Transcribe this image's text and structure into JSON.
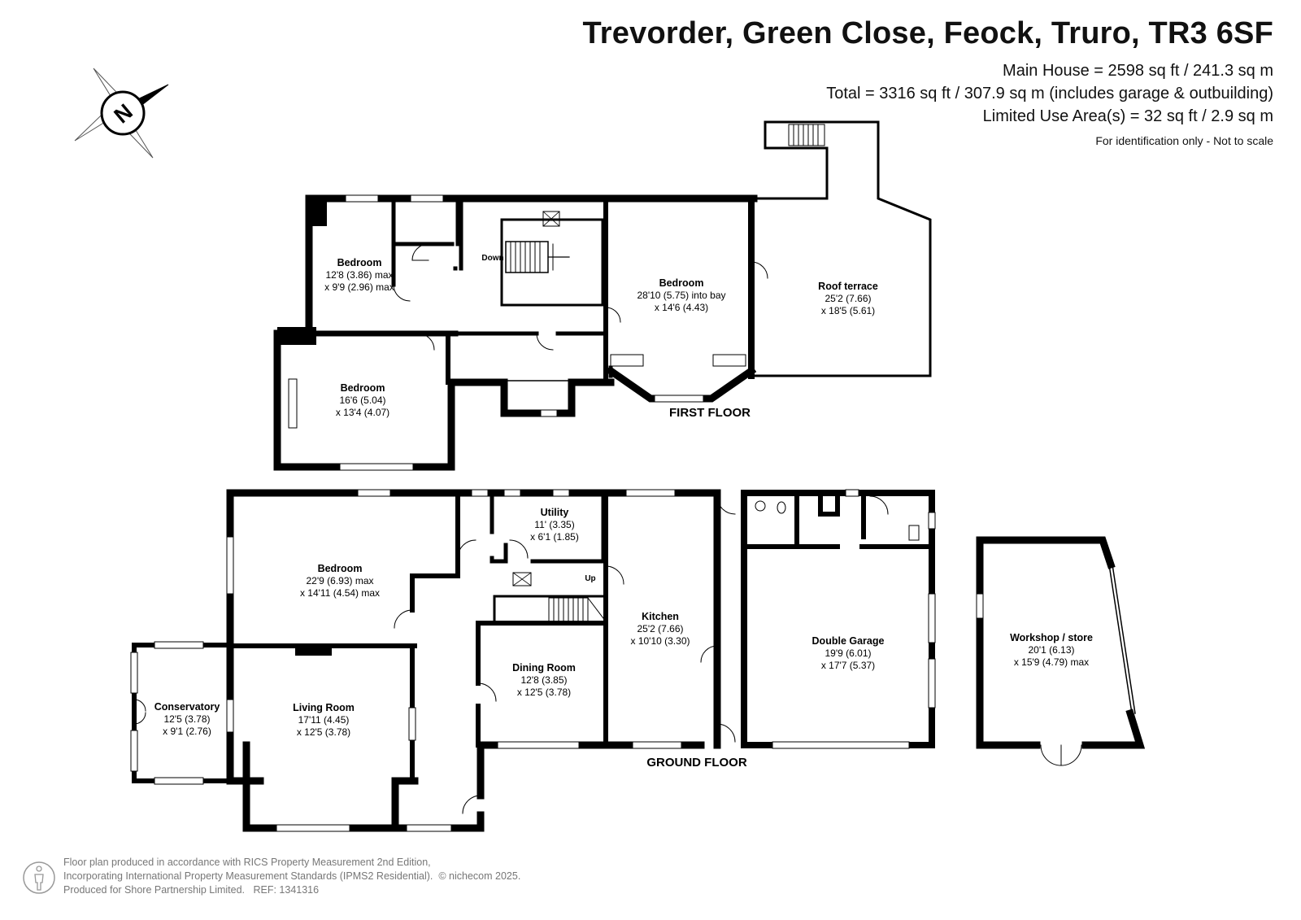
{
  "header": {
    "title": "Trevorder, Green Close, Feock, Truro, TR3 6SF",
    "main_house": "Main House = 2598 sq ft / 241.3 sq m",
    "total": "Total = 3316 sq ft / 307.9 sq m (includes garage & outbuilding)",
    "limited_use": "Limited Use Area(s) = 32 sq ft / 2.9 sq m",
    "note": "For identification only - Not to scale"
  },
  "compass": {
    "letter": "N"
  },
  "first_floor": {
    "label": "FIRST FLOOR",
    "stair_label": "Down",
    "rooms": [
      {
        "name": "Bedroom",
        "dim1": "12'8 (3.86) max",
        "dim2": "x 9'9 (2.96) max"
      },
      {
        "name": "Bedroom",
        "dim1": "28'10 (5.75) into bay",
        "dim2": "x 14'6 (4.43)"
      },
      {
        "name": "Roof terrace",
        "dim1": "25'2 (7.66)",
        "dim2": "x 18'5 (5.61)"
      },
      {
        "name": "Bedroom",
        "dim1": "16'6 (5.04)",
        "dim2": "x 13'4 (4.07)"
      }
    ]
  },
  "ground_floor": {
    "label": "GROUND FLOOR",
    "stair_label": "Up",
    "rooms": [
      {
        "name": "Utility",
        "dim1": "11' (3.35)",
        "dim2": "x 6'1 (1.85)"
      },
      {
        "name": "Bedroom",
        "dim1": "22'9 (6.93) max",
        "dim2": "x 14'11 (4.54) max"
      },
      {
        "name": "Kitchen",
        "dim1": "25'2 (7.66)",
        "dim2": "x 10'10 (3.30)"
      },
      {
        "name": "Double Garage",
        "dim1": "19'9 (6.01)",
        "dim2": "x 17'7 (5.37)"
      },
      {
        "name": "Workshop / store",
        "dim1": "20'1 (6.13)",
        "dim2": "x 15'9 (4.79) max"
      },
      {
        "name": "Dining Room",
        "dim1": "12'8 (3.85)",
        "dim2": "x 12'5 (3.78)"
      },
      {
        "name": "Conservatory",
        "dim1": "12'5 (3.78)",
        "dim2": "x 9'1 (2.76)"
      },
      {
        "name": "Living Room",
        "dim1": "17'11 (4.45)",
        "dim2": "x 12'5 (3.78)"
      }
    ]
  },
  "footer": {
    "line1": "Floor plan produced in accordance with RICS Property Measurement 2nd Edition,",
    "line2": "Incorporating International Property Measurement Standards (IPMS2 Residential).",
    "copyright": "© nichecom 2025.",
    "line3": "Produced for Shore Partnership Limited.",
    "ref": "REF: 1341316"
  },
  "colors": {
    "wall": "#000000",
    "text": "#111111",
    "footer": "#777777"
  }
}
